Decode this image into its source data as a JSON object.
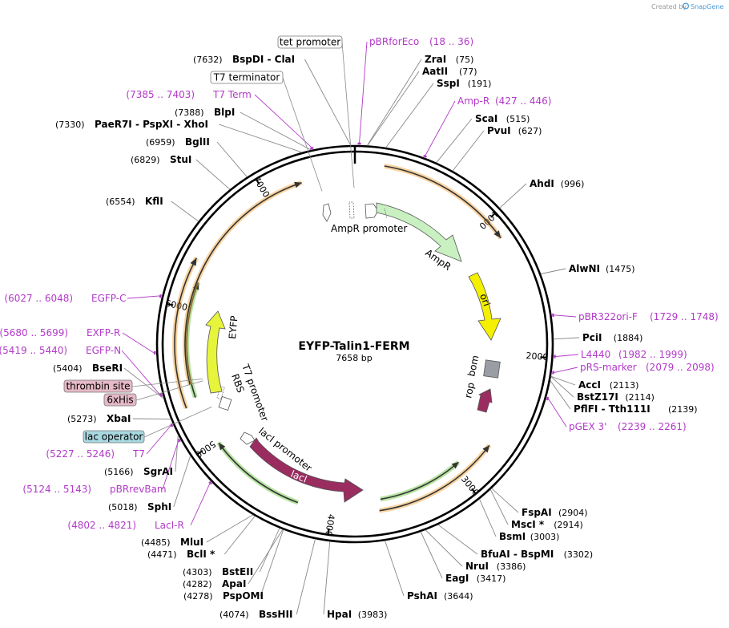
{
  "plasmid": {
    "name": "EYFP-Talin1-FERM",
    "length_text": "7658 bp",
    "length": 7658
  },
  "credit": {
    "prefix": "Created by",
    "brand": "SnapGene"
  },
  "ticks": [
    1000,
    2000,
    3000,
    4000,
    5000,
    6000,
    7000
  ],
  "enzymes": [
    {
      "id": "zrai",
      "name": "ZraI",
      "pos": "(75)",
      "bp": 75
    },
    {
      "id": "aatii",
      "name": "AatII",
      "pos": "(77)",
      "bp": 77
    },
    {
      "id": "sspi",
      "name": "SspI",
      "pos": "(191)",
      "bp": 191
    },
    {
      "id": "scai",
      "name": "ScaI",
      "pos": "(515)",
      "bp": 515
    },
    {
      "id": "pvui",
      "name": "PvuI",
      "pos": "(627)",
      "bp": 627
    },
    {
      "id": "ahdi",
      "name": "AhdI",
      "pos": "(996)",
      "bp": 996
    },
    {
      "id": "alwni",
      "name": "AlwNI",
      "pos": "(1475)",
      "bp": 1475
    },
    {
      "id": "pcii",
      "name": "PciI",
      "pos": "(1884)",
      "bp": 1884
    },
    {
      "id": "acci",
      "name": "AccI",
      "pos": "(2113)",
      "bp": 2113
    },
    {
      "id": "bstz17i",
      "name": "BstZ17I",
      "pos": "(2114)",
      "bp": 2114
    },
    {
      "id": "pflfi",
      "name": "PflFI - Tth111I",
      "pos": "(2139)",
      "bp": 2139
    },
    {
      "id": "fspai",
      "name": "FspAI",
      "pos": "(2904)",
      "bp": 2904
    },
    {
      "id": "msci",
      "name": "MscI *",
      "pos": "(2914)",
      "bp": 2914
    },
    {
      "id": "bsmi",
      "name": "BsmI",
      "pos": "(3003)",
      "bp": 3003
    },
    {
      "id": "bfuai",
      "name": "BfuAI - BspMI",
      "pos": "(3302)",
      "bp": 3302
    },
    {
      "id": "nrui",
      "name": "NruI",
      "pos": "(3386)",
      "bp": 3386
    },
    {
      "id": "eagi",
      "name": "EagI",
      "pos": "(3417)",
      "bp": 3417
    },
    {
      "id": "pshai",
      "name": "PshAI",
      "pos": "(3644)",
      "bp": 3644
    },
    {
      "id": "hpai",
      "name": "HpaI",
      "pos": "(3983)",
      "bp": 3983
    },
    {
      "id": "bsshii",
      "name": "BssHII",
      "pos": "(4074)",
      "bp": 4074
    },
    {
      "id": "pspomi",
      "name": "PspOMI",
      "pos": "(4278)",
      "bp": 4278
    },
    {
      "id": "apai",
      "name": "ApaI",
      "pos": "(4282)",
      "bp": 4282
    },
    {
      "id": "bsteii",
      "name": "BstEII",
      "pos": "(4303)",
      "bp": 4303
    },
    {
      "id": "bcli",
      "name": "BclI *",
      "pos": "(4471)",
      "bp": 4471
    },
    {
      "id": "mlui",
      "name": "MluI",
      "pos": "(4485)",
      "bp": 4485
    },
    {
      "id": "sphi",
      "name": "SphI",
      "pos": "(5018)",
      "bp": 5018
    },
    {
      "id": "sgrai",
      "name": "SgrAI",
      "pos": "(5166)",
      "bp": 5166
    },
    {
      "id": "xbai",
      "name": "XbaI",
      "pos": "(5273)",
      "bp": 5273
    },
    {
      "id": "bseri",
      "name": "BseRI",
      "pos": "(5404)",
      "bp": 5404
    },
    {
      "id": "kfli",
      "name": "KflI",
      "pos": "(6554)",
      "bp": 6554
    },
    {
      "id": "stui",
      "name": "StuI",
      "pos": "(6829)",
      "bp": 6829
    },
    {
      "id": "bglii",
      "name": "BglII",
      "pos": "(6959)",
      "bp": 6959
    },
    {
      "id": "paer7i",
      "name": "PaeR7I - PspXI - XhoI",
      "pos": "(7330)",
      "bp": 7330
    },
    {
      "id": "blpi",
      "name": "BlpI",
      "pos": "(7388)",
      "bp": 7388
    },
    {
      "id": "bspdi",
      "name": "BspDI - ClaI",
      "pos": "(7632)",
      "bp": 7632
    }
  ],
  "primers": [
    {
      "id": "pbrforeco",
      "name": "pBRforEco",
      "range": "(18 .. 36)",
      "bp": 27
    },
    {
      "id": "amp-r",
      "name": "Amp-R",
      "range": "(427 .. 446)",
      "bp": 436
    },
    {
      "id": "pbr322ori-f",
      "name": "pBR322ori-F",
      "range": "(1729 .. 1748)",
      "bp": 1738
    },
    {
      "id": "l4440",
      "name": "L4440",
      "range": "(1982 .. 1999)",
      "bp": 1990
    },
    {
      "id": "prs-marker",
      "name": "pRS-marker",
      "range": "(2079 .. 2098)",
      "bp": 2088
    },
    {
      "id": "pgex-3",
      "name": "pGEX 3'",
      "range": "(2239 .. 2261)",
      "bp": 2250
    },
    {
      "id": "laci-r",
      "name": "LacI-R",
      "range": "(4802 .. 4821)",
      "bp": 4811
    },
    {
      "id": "pbrrevbam",
      "name": "pBRrevBam",
      "range": "(5124 .. 5143)",
      "bp": 5133
    },
    {
      "id": "t7",
      "name": "T7",
      "range": "(5227 .. 5246)",
      "bp": 5236
    },
    {
      "id": "egfp-n",
      "name": "EGFP-N",
      "range": "(5419 .. 5440)",
      "bp": 5430
    },
    {
      "id": "exfp-r",
      "name": "EXFP-R",
      "range": "(5680 .. 5699)",
      "bp": 5690
    },
    {
      "id": "egfp-c",
      "name": "EGFP-C",
      "range": "(6027 .. 6048)",
      "bp": 6038
    },
    {
      "id": "t7-term",
      "name": "T7 Term",
      "range": "(7385 .. 7403)",
      "bp": 7394
    }
  ],
  "boxed_features": [
    {
      "id": "tet-promoter",
      "name": "tet promoter",
      "fill": "#ffffff",
      "bp": 7652
    },
    {
      "id": "t7-terminator",
      "name": "T7 terminator",
      "fill": "#ffffff",
      "bp": 7400
    },
    {
      "id": "thrombin-site",
      "name": "thrombin site",
      "fill": "#e6b9c7",
      "bp": 5470
    },
    {
      "id": "6xhis",
      "name": "6xHis",
      "fill": "#e6b9c7",
      "bp": 5455
    },
    {
      "id": "lac-operator",
      "name": "lac operator",
      "fill": "#a8d8e0",
      "bp": 5240
    }
  ],
  "features": [
    {
      "id": "ampr-promoter",
      "name": "AmpR promoter"
    },
    {
      "id": "ampr",
      "name": "AmpR"
    },
    {
      "id": "ori",
      "name": "ori"
    },
    {
      "id": "bom",
      "name": "bom"
    },
    {
      "id": "rop",
      "name": "rop"
    },
    {
      "id": "laci",
      "name": "lacI"
    },
    {
      "id": "laci-promoter",
      "name": "lacI promoter"
    },
    {
      "id": "t7-promoter",
      "name": "T7 promoter"
    },
    {
      "id": "rbs",
      "name": "RBS"
    },
    {
      "id": "eyfp",
      "name": "EYFP"
    }
  ],
  "colors": {
    "primer": "#b23ac8",
    "ampr": "#c8f0c0",
    "ori": "#f4f000",
    "laci": "#9a2c60",
    "eyfp": "#e6f53c",
    "orf_orange": "#f0a030",
    "orf_green": "#60c030",
    "bom": "#9a9ea4"
  }
}
